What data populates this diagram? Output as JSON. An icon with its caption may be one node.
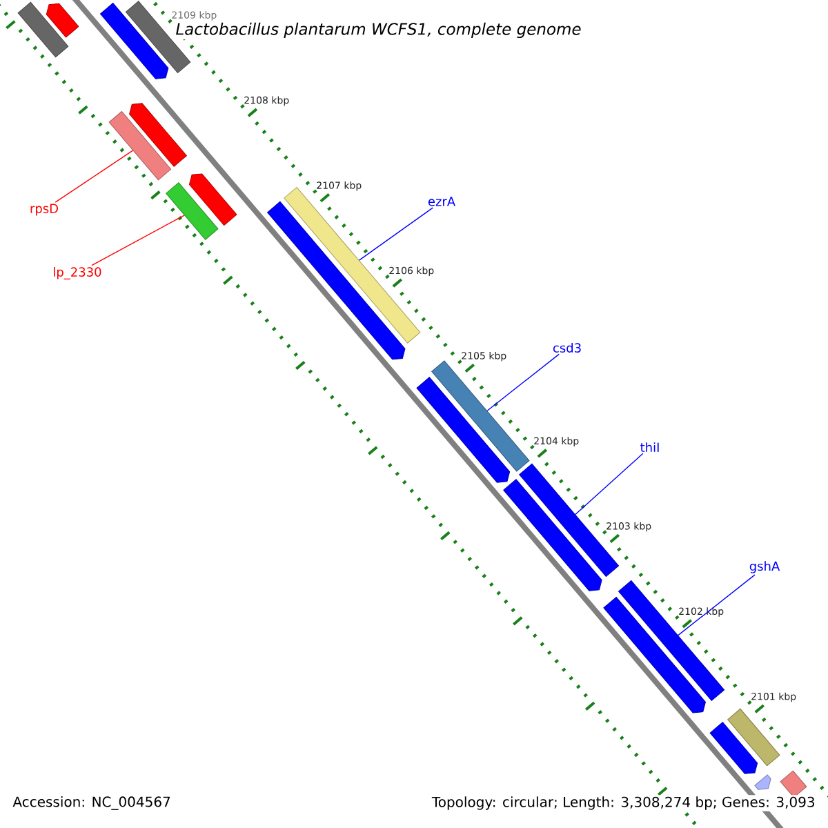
{
  "diagram": {
    "title": "Lactobacillus plantarum WCFS1, complete genome",
    "nodes": [
      {
        "text": [],
        "shape": "bar"
      },
      {
        "text": [],
        "shape": "pentagon"
      },
      {
        "text": [],
        "shape": "bar"
      },
      {
        "text": [],
        "shape": "pentagon"
      },
      {
        "text": [
          "rpsD"
        ]
      },
      {
        "text": [],
        "shape": "bar"
      },
      {
        "text": [],
        "shape": "pentagon"
      },
      {
        "text": [
          "lp_2330"
        ]
      },
      {
        "text": [],
        "shape": "bar"
      },
      {
        "text": [],
        "shape": "pentagon"
      },
      {
        "text": [
          "ezrA"
        ]
      },
      {
        "text": [],
        "shape": "bar"
      },
      {
        "text": [],
        "shape": "pentagon"
      },
      {
        "text": [
          "csd3"
        ]
      },
      {
        "text": [],
        "shape": "bar"
      },
      {
        "text": [],
        "shape": "pentagon"
      },
      {
        "text": [
          "thiI"
        ]
      },
      {
        "text": [],
        "shape": "bar"
      },
      {
        "text": [],
        "shape": "pentagon"
      },
      {
        "text": [
          "gshA"
        ]
      },
      {
        "text": [],
        "shape": "bar"
      },
      {
        "text": [],
        "shape": "pentagon"
      },
      {
        "text": [],
        "shape": "bar"
      },
      {
        "text": [],
        "shape": "pentagon"
      },
      {
        "text": [],
        "shape": "bar"
      },
      {
        "text": [],
        "shape": "pentagon"
      }
    ],
    "edges": [
      {
        "from": 4,
        "to": 5,
        "arrow": "none",
        "color": "#ff0000"
      },
      {
        "from": 7,
        "to": 8,
        "arrow": "none",
        "color": "#ff0000"
      },
      {
        "from": 10,
        "to": 11,
        "arrow": "none"
      },
      {
        "from": 13,
        "to": 14,
        "arrow": "none"
      },
      {
        "from": 16,
        "to": 17,
        "arrow": "none"
      },
      {
        "from": 19,
        "to": 20,
        "arrow": "none"
      }
    ],
    "labels": [
      "2109 kbp",
      "2108 kbp",
      "2107 kbp",
      "2106 kbp",
      "2105 kbp",
      "2104 kbp",
      "2103 kbp",
      "2102 kbp",
      "2101 kbp",
      "Accession: NC_004567",
      "Topology: circular; Length: 3,308,274 bp; Genes: 3,093"
    ]
  }
}
